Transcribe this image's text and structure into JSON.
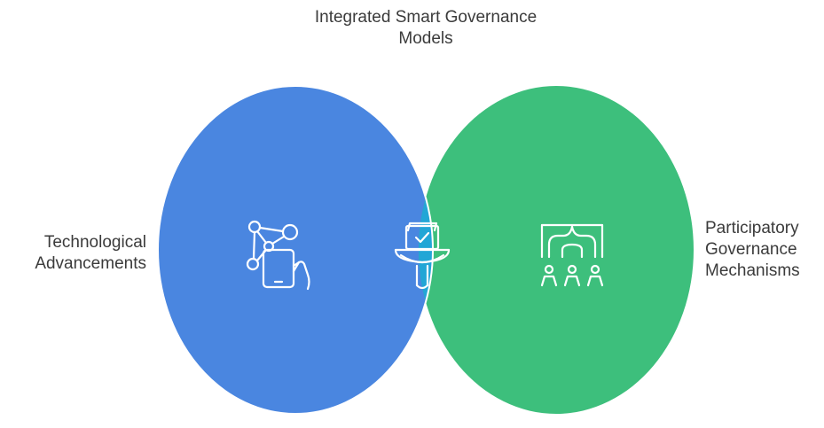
{
  "labels": {
    "top": [
      "Integrated Smart Governance",
      "Models"
    ],
    "left": [
      "Technological",
      "Advancements"
    ],
    "right": [
      "Participatory",
      "Governance",
      "Mechanisms"
    ]
  },
  "colors": {
    "left_circle": "#4a86e0",
    "right_circle": "#3dbf7c",
    "intersection": "#22a6d6",
    "icon_stroke": "#ffffff",
    "text": "#3b3b3b"
  },
  "icons": {
    "left": "network-phone-hand-icon",
    "center": "ballot-box-check-icon",
    "right": "people-network-icon"
  }
}
